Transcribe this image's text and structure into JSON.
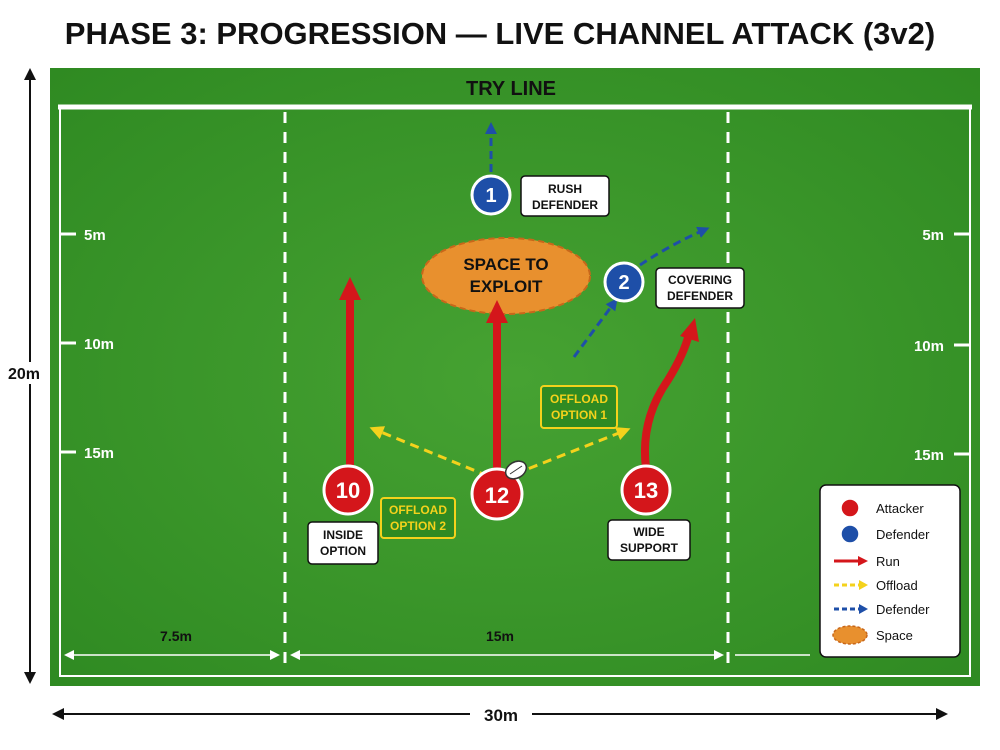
{
  "title": "PHASE 3: PROGRESSION — LIVE CHANNEL ATTACK (3v2)",
  "try_line": "TRY LINE",
  "dimensions": {
    "width": "30m",
    "height": "20m",
    "left_channel": "7.5m",
    "middle_channel": "15m"
  },
  "distance_markers": [
    "5m",
    "10m",
    "15m"
  ],
  "attackers": [
    {
      "number": "10",
      "label_line1": "INSIDE",
      "label_line2": "OPTION"
    },
    {
      "number": "12"
    },
    {
      "number": "13",
      "label_line1": "WIDE",
      "label_line2": "SUPPORT"
    }
  ],
  "defenders": [
    {
      "number": "1",
      "label_line1": "RUSH",
      "label_line2": "DEFENDER"
    },
    {
      "number": "2",
      "label_line1": "COVERING",
      "label_line2": "DEFENDER"
    }
  ],
  "space": {
    "line1": "SPACE TO",
    "line2": "EXPLOIT"
  },
  "offloads": [
    {
      "line1": "OFFLOAD",
      "line2": "OPTION 1"
    },
    {
      "line1": "OFFLOAD",
      "line2": "OPTION 2"
    }
  ],
  "legend": {
    "attacker": "Attacker",
    "defender": "Defender",
    "run": "Run",
    "offload": "Offload",
    "defender_run": "Defender",
    "space": "Space"
  },
  "colors": {
    "field": "#3f9a2c",
    "attacker": "#d4161b",
    "defender": "#1e4fa8",
    "offload": "#f4d21c",
    "space": "#e8902e",
    "line": "#ffffff"
  }
}
